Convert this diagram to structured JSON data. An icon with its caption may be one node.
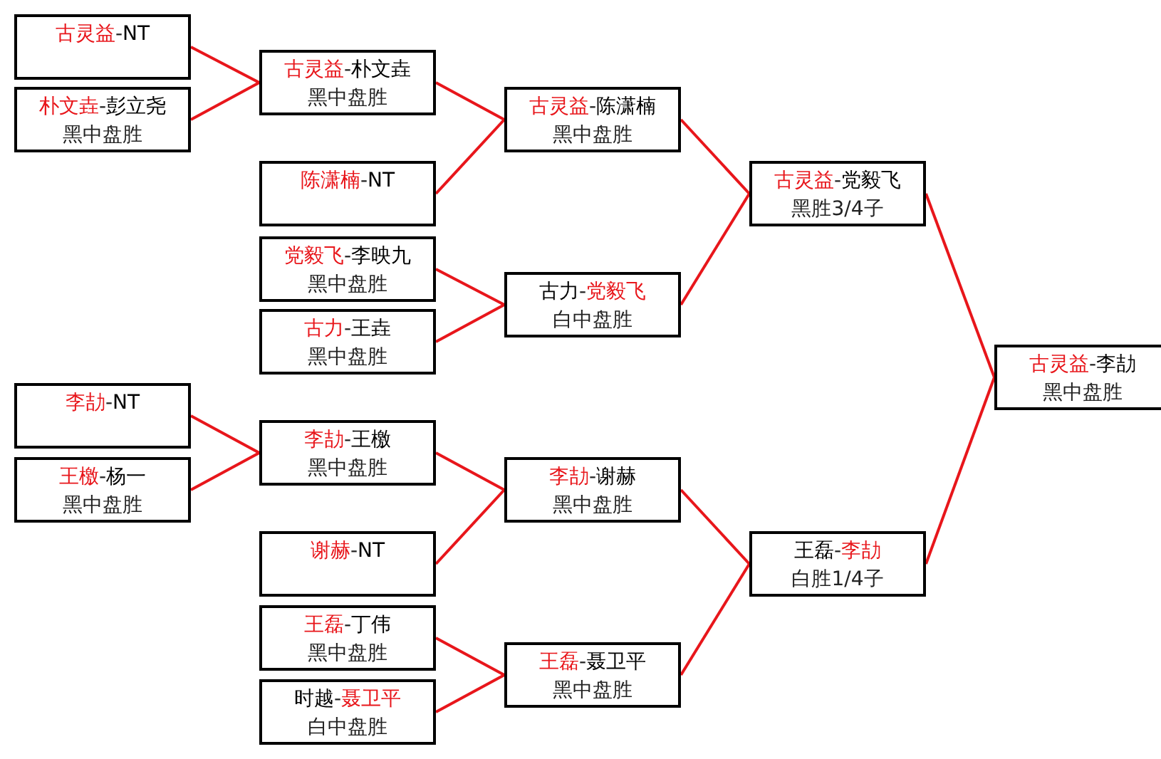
{
  "diagram": {
    "nodes": [
      {
        "text": [
          "古灵益-NT"
        ]
      },
      {
        "text": [
          "朴文垚-彭立尧",
          "黑中盘胜"
        ]
      },
      {
        "text": [
          "古灵益-朴文垚",
          "黑中盘胜"
        ]
      },
      {
        "text": [
          "陈潇楠-NT"
        ]
      },
      {
        "text": [
          "党毅飞-李映九",
          "黑中盘胜"
        ]
      },
      {
        "text": [
          "古力-王垚",
          "黑中盘胜"
        ]
      },
      {
        "text": [
          "古灵益-陈潇楠",
          "黑中盘胜"
        ]
      },
      {
        "text": [
          "古力-党毅飞",
          "白中盘胜"
        ]
      },
      {
        "text": [
          "古灵益-党毅飞",
          "黑胜3/4子"
        ]
      },
      {
        "text": [
          "古灵益-李劼",
          "黑中盘胜"
        ]
      },
      {
        "text": [
          "李劼-NT"
        ]
      },
      {
        "text": [
          "王檄-杨一",
          "黑中盘胜"
        ]
      },
      {
        "text": [
          "李劼-王檄",
          "黑中盘胜"
        ]
      },
      {
        "text": [
          "谢赫-NT"
        ]
      },
      {
        "text": [
          "王磊-丁伟",
          "黑中盘胜"
        ]
      },
      {
        "text": [
          "时越-聂卫平",
          "白中盘胜"
        ]
      },
      {
        "text": [
          "李劼-谢赫",
          "黑中盘胜"
        ]
      },
      {
        "text": [
          "王磊-聂卫平",
          "黑中盘胜"
        ]
      },
      {
        "text": [
          "王磊-李劼",
          "白胜1/4子"
        ]
      }
    ],
    "edges": [
      {
        "from": 0,
        "to": 2,
        "arrow": "none"
      },
      {
        "from": 1,
        "to": 2,
        "arrow": "none"
      },
      {
        "from": 2,
        "to": 6,
        "arrow": "none"
      },
      {
        "from": 3,
        "to": 6,
        "arrow": "none"
      },
      {
        "from": 4,
        "to": 7,
        "arrow": "none"
      },
      {
        "from": 5,
        "to": 7,
        "arrow": "none"
      },
      {
        "from": 6,
        "to": 8,
        "arrow": "none"
      },
      {
        "from": 7,
        "to": 8,
        "arrow": "none"
      },
      {
        "from": 8,
        "to": 9,
        "arrow": "none"
      },
      {
        "from": 10,
        "to": 12,
        "arrow": "none"
      },
      {
        "from": 11,
        "to": 12,
        "arrow": "none"
      },
      {
        "from": 12,
        "to": 16,
        "arrow": "none"
      },
      {
        "from": 13,
        "to": 16,
        "arrow": "none"
      },
      {
        "from": 14,
        "to": 17,
        "arrow": "none"
      },
      {
        "from": 15,
        "to": 17,
        "arrow": "none"
      },
      {
        "from": 16,
        "to": 18,
        "arrow": "none"
      },
      {
        "from": 17,
        "to": 18,
        "arrow": "none"
      },
      {
        "from": 18,
        "to": 9,
        "arrow": "none"
      }
    ]
  }
}
